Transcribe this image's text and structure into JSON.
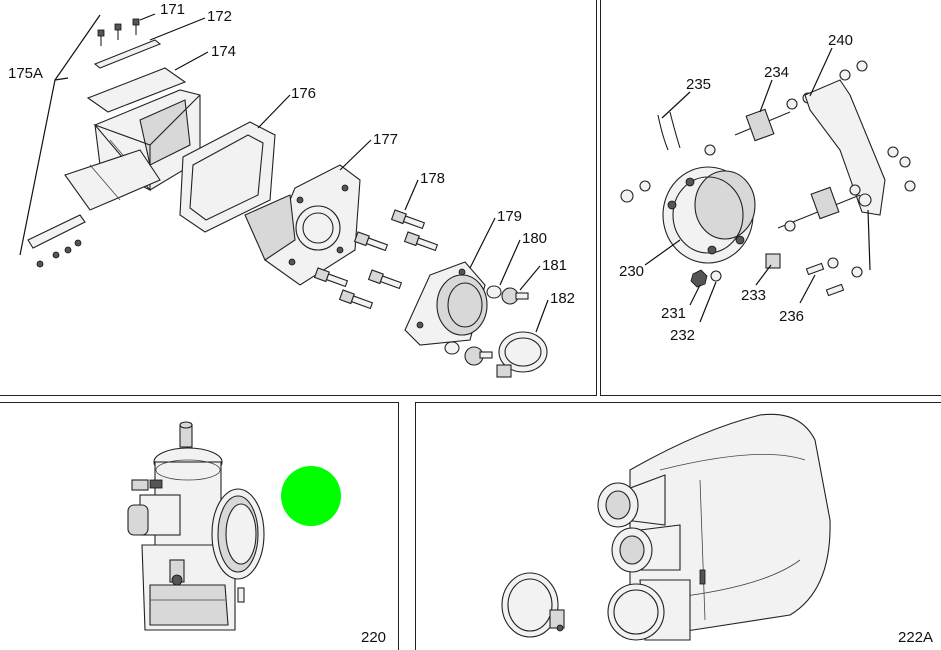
{
  "panels": {
    "reed_valve": {
      "labels": [
        "171",
        "172",
        "174",
        "175A",
        "176",
        "177",
        "178",
        "179",
        "180",
        "181",
        "182"
      ]
    },
    "engine_mount": {
      "labels": [
        "235",
        "234",
        "240",
        "230",
        "231",
        "232",
        "233",
        "236"
      ]
    },
    "carburetor": {
      "label": "220",
      "marker_color": "#00ff00"
    },
    "airbox": {
      "label": "222A"
    }
  }
}
